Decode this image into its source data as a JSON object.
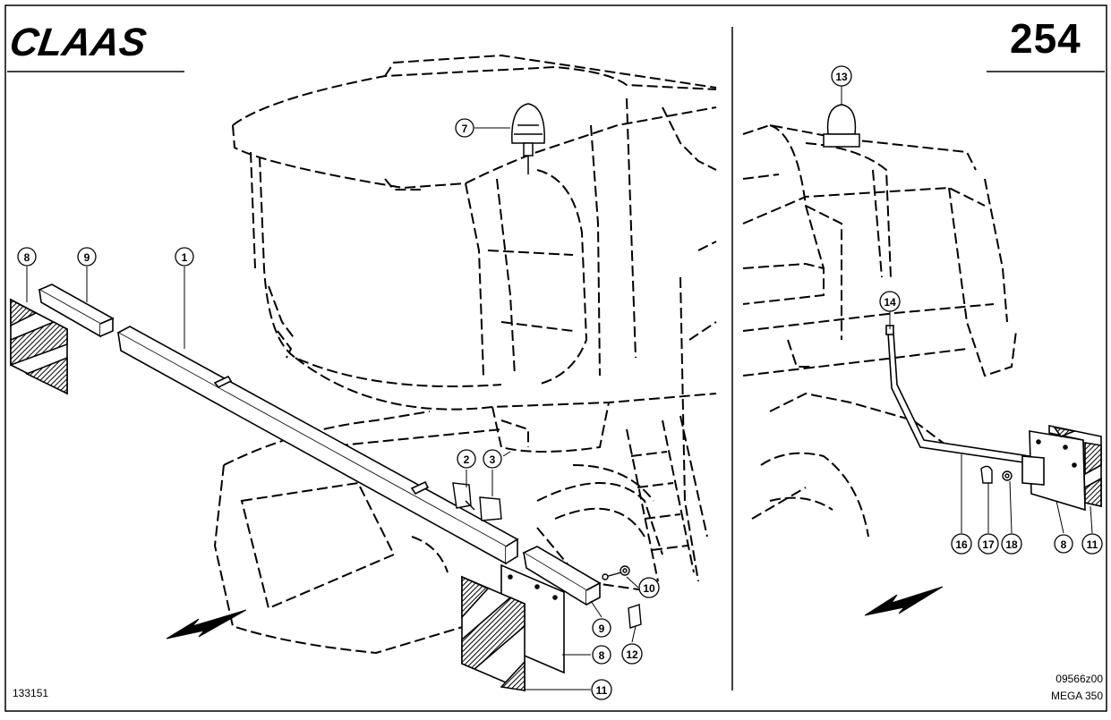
{
  "brand": "CLAAS",
  "page_number": "254",
  "drawing_id": "133151",
  "image_ref": "09566z00",
  "model": "MEGA 350",
  "callouts_left": [
    "1",
    "2",
    "3",
    "7",
    "8",
    "9",
    "10",
    "8",
    "9",
    "11",
    "12"
  ],
  "callouts_right": [
    "13",
    "14",
    "16",
    "17",
    "18",
    "8",
    "11"
  ],
  "colors": {
    "ink": "#000000",
    "paper": "#ffffff"
  }
}
